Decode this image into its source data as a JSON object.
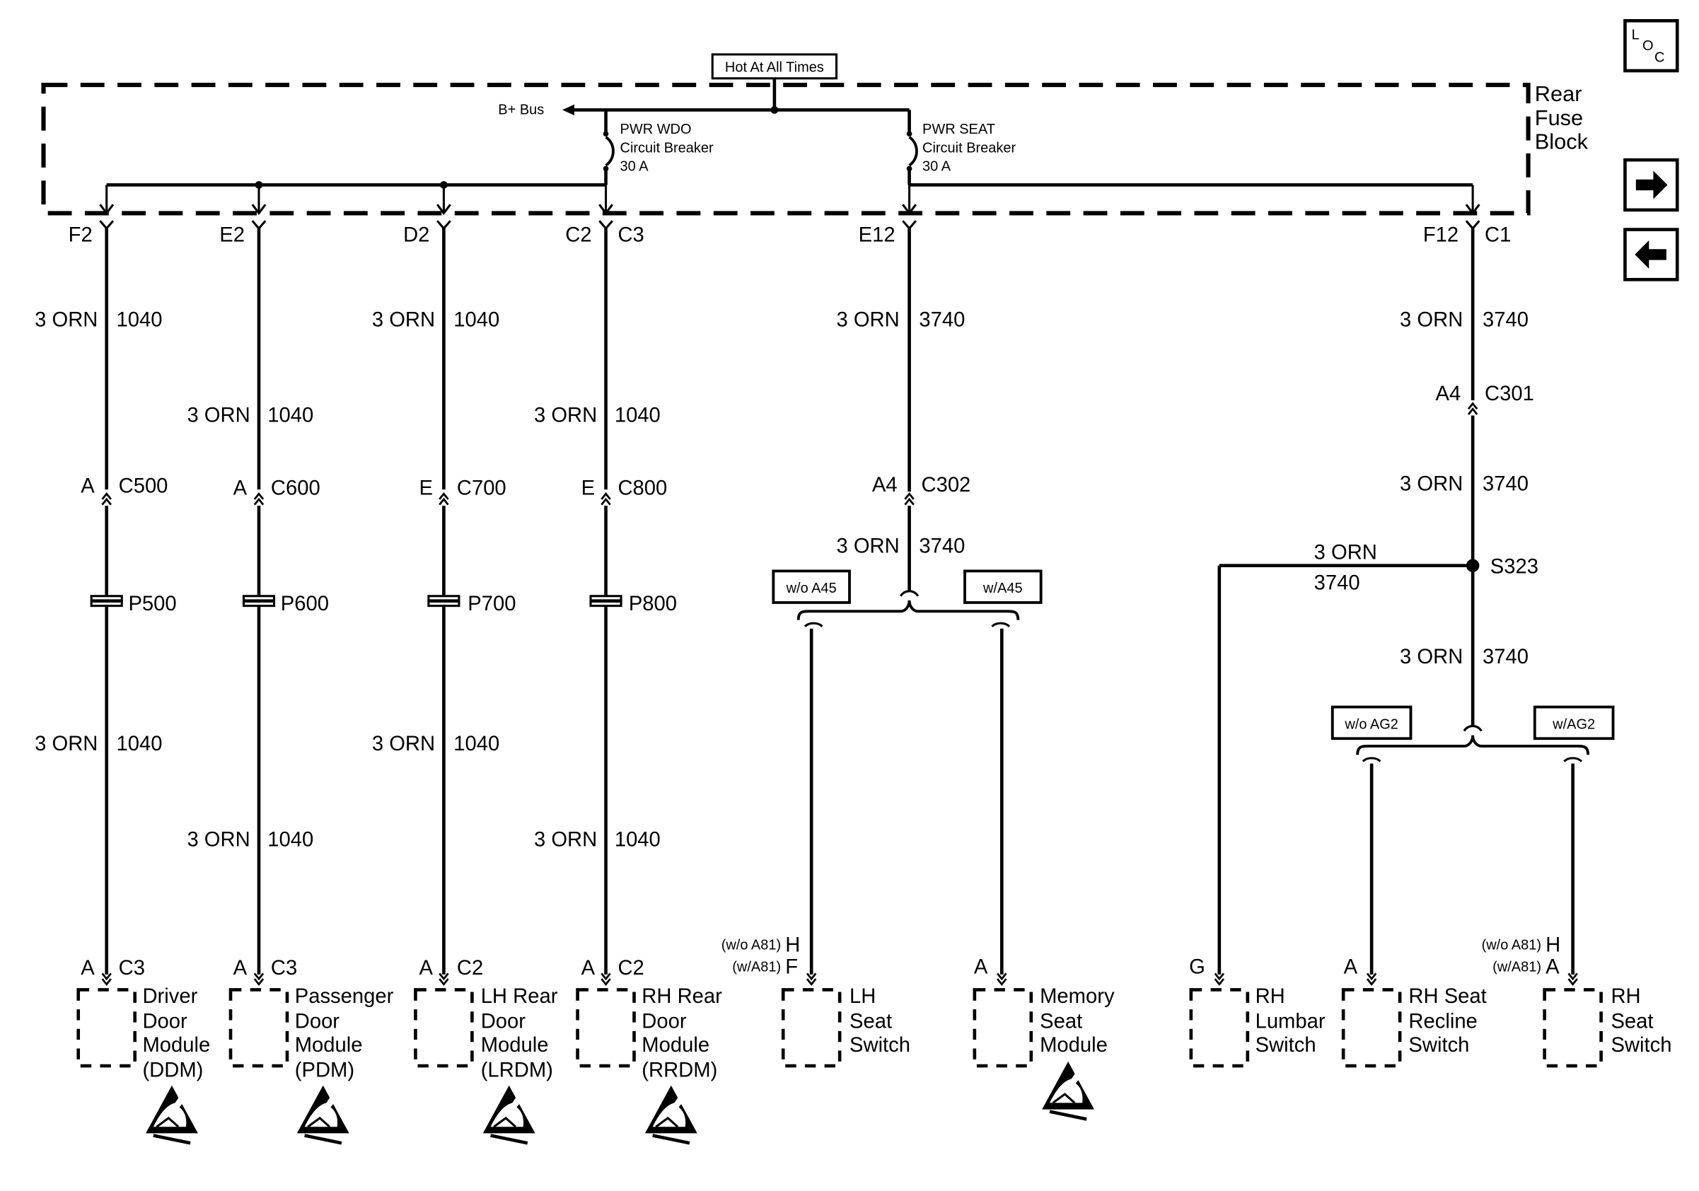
{
  "header": {
    "hot_label": "Hot At All Times",
    "fuse_block": [
      "Rear",
      "Fuse",
      "Block"
    ],
    "b_bus": "B+ Bus",
    "cb1": [
      "PWR WDO",
      "Circuit Breaker",
      "30 A"
    ],
    "cb2": [
      "PWR SEAT",
      "Circuit Breaker",
      "30 A"
    ]
  },
  "nav": {
    "loc_icon": "loc-icon",
    "forward_icon": "arrow-right-icon",
    "back_icon": "arrow-left-icon"
  },
  "pins": {
    "f2": "F2",
    "e2": "E2",
    "d2": "D2",
    "c2": "C2",
    "c3": "C3",
    "e12": "E12",
    "f12": "F12",
    "c1": "C1"
  },
  "wires": {
    "orn": "3 ORN",
    "c1040": "1040",
    "c3740": "3740"
  },
  "connectors": {
    "ddm": {
      "pin": "A",
      "conn": "C500",
      "pass": "P500"
    },
    "pdm": {
      "pin": "A",
      "conn": "C600",
      "pass": "P600"
    },
    "lrdm": {
      "pin": "E",
      "conn": "C700",
      "pass": "P700"
    },
    "rrdm": {
      "pin": "E",
      "conn": "C800",
      "pass": "P800"
    },
    "c302": {
      "pin": "A4",
      "conn": "C302"
    },
    "c301": {
      "pin": "A4",
      "conn": "C301"
    },
    "splice": "S323"
  },
  "options": {
    "wo_a45": "w/o A45",
    "w_a45": "w/A45",
    "wo_ag2": "w/o AG2",
    "w_ag2": "w/AG2"
  },
  "components": {
    "ddm": {
      "pin": "A",
      "conn": "C3",
      "lines": [
        "Driver",
        "Door",
        "Module",
        "(DDM)"
      ]
    },
    "pdm": {
      "pin": "A",
      "conn": "C3",
      "lines": [
        "Passenger",
        "Door",
        "Module",
        "(PDM)"
      ]
    },
    "lrdm": {
      "pin": "A",
      "conn": "C2",
      "lines": [
        "LH Rear",
        "Door",
        "Module",
        "(LRDM)"
      ]
    },
    "rrdm": {
      "pin": "A",
      "conn": "C2",
      "lines": [
        "RH Rear",
        "Door",
        "Module",
        "(RRDM)"
      ]
    },
    "lh_seat": {
      "opt1": "(w/o A81)",
      "pin1": "H",
      "opt2": "(w/A81)",
      "pin2": "F",
      "lines": [
        "LH",
        "Seat",
        "Switch"
      ]
    },
    "memory": {
      "pin": "A",
      "lines": [
        "Memory",
        "Seat",
        "Module"
      ]
    },
    "rh_lumbar": {
      "pin": "G",
      "lines": [
        "RH",
        "Lumbar",
        "Switch"
      ]
    },
    "rh_recline": {
      "pin": "A",
      "lines": [
        "RH Seat",
        "Recline",
        "Switch"
      ]
    },
    "rh_seat": {
      "opt1": "(w/o A81)",
      "pin1": "H",
      "opt2": "(w/A81)",
      "pin2": "A",
      "lines": [
        "RH",
        "Seat",
        "Switch"
      ]
    }
  }
}
